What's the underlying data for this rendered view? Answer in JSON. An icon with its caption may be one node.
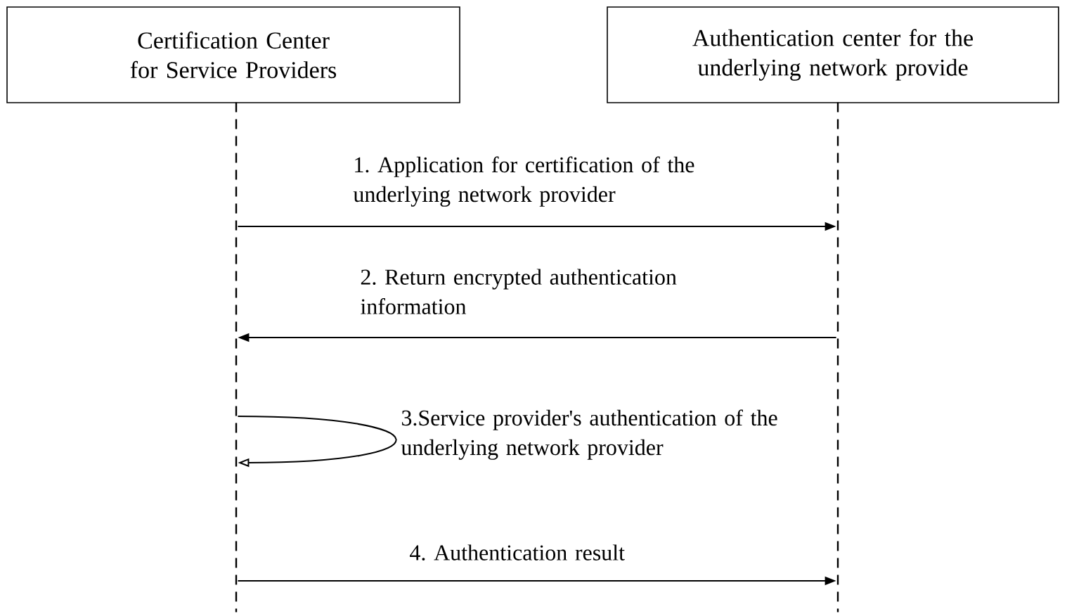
{
  "diagram": {
    "nodes": [
      {
        "text": [
          "Certification Center for Service Providers"
        ]
      },
      {
        "text": [
          "Authentication center for the underlying network provide"
        ]
      },
      {
        "text": [],
        "shape": "bar"
      },
      {
        "text": [],
        "shape": "bar"
      }
    ],
    "edges": [
      {
        "from": 2,
        "to": 3,
        "arrow": "to",
        "label": "1. Application for certification of the underlying network provider"
      },
      {
        "from": 3,
        "to": 2,
        "arrow": "to",
        "label": "2. Return encrypted authentication information"
      },
      {
        "from": 2,
        "to": 2,
        "arrow": "to",
        "label": "3.Service provider's authentication of the underlying network provider"
      },
      {
        "from": 2,
        "to": 3,
        "arrow": "to",
        "label": "4. Authentication result"
      }
    ]
  }
}
